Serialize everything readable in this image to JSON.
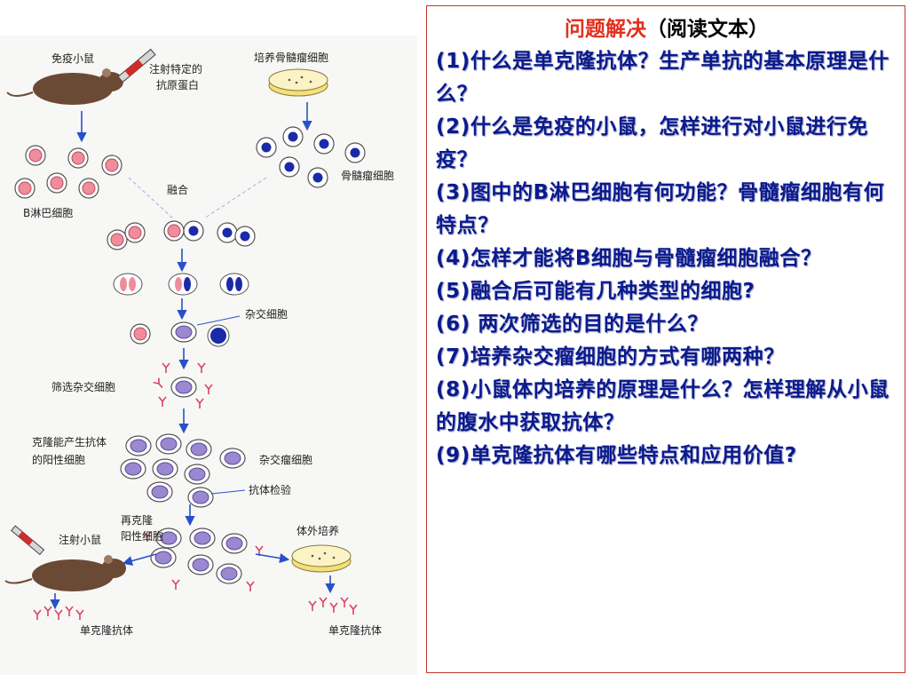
{
  "diagram": {
    "labels": {
      "immune_mouse": "免疫小鼠",
      "inject_antigen_line1": "注射特定的",
      "inject_antigen_line2": "抗原蛋白",
      "culture_myeloma": "培养骨髓瘤细胞",
      "b_lymphocyte": "B淋巴细胞",
      "myeloma_cell": "骨髓瘤细胞",
      "fusion": "融合",
      "hybrid_cell": "杂交细胞",
      "screen_hybrid": "筛选杂交细胞",
      "clone_line1": "克隆能产生抗体",
      "clone_line2": "的阳性细胞",
      "hybridoma": "杂交瘤细胞",
      "antibody_test": "抗体检验",
      "reclone_line1": "再克隆",
      "reclone_line2": "阳性细胞",
      "inject_mouse": "注射小鼠",
      "in_vitro": "体外培养",
      "mab_left": "单克隆抗体",
      "mab_right": "单克隆抗体"
    }
  },
  "panel": {
    "title_highlight": "问题解决",
    "title_rest": "（阅读文本）",
    "questions": [
      "(1)什么是单克隆抗体？生产单抗的基本原理是什么？",
      "(2)什么是免疫的小鼠，怎样进行对小鼠进行免疫？",
      "(3)图中的B淋巴细胞有何功能？骨髓瘤细胞有何特点？",
      "(4)怎样才能将B细胞与骨髓瘤细胞融合？",
      "(5)融合后可能有几种类型的细胞?",
      "(6) 两次筛选的目的是什么？",
      "(7)培养杂交瘤细胞的方式有哪两种？",
      "(8)小鼠体内培养的原理是什么？怎样理解从小鼠的腹水中获取抗体？",
      "(9)单克隆抗体有哪些特点和应用价值?"
    ]
  }
}
